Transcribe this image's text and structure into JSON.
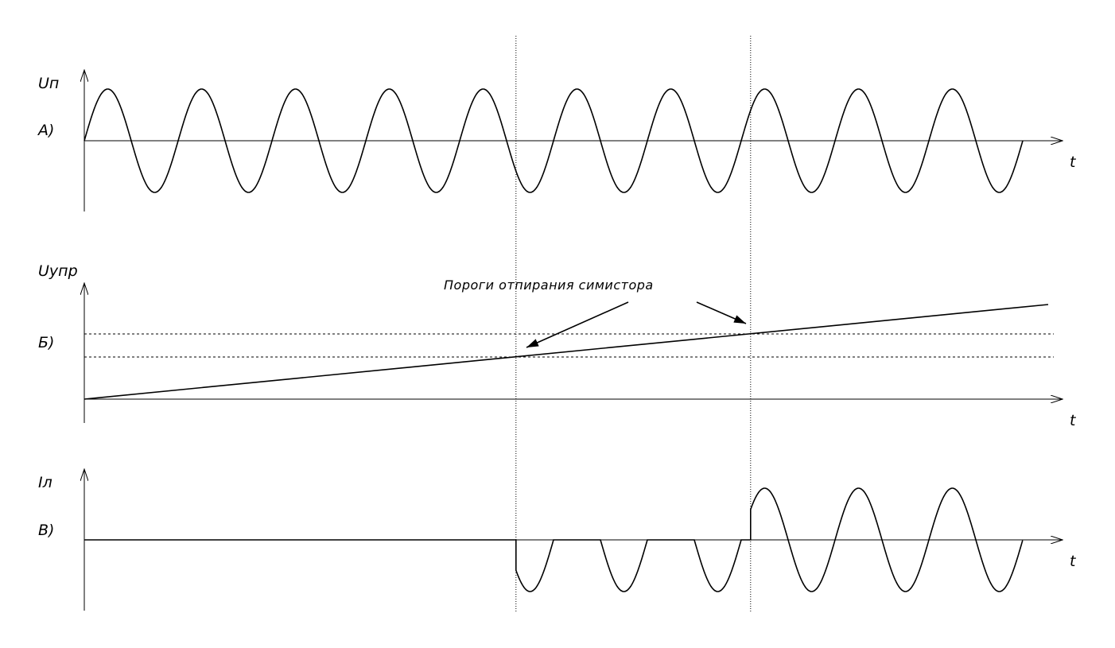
{
  "panels": {
    "a": {
      "marker": "А)",
      "y_label": "Uп",
      "x_label": "t"
    },
    "b": {
      "marker": "Б)",
      "y_label": "Uупр",
      "x_label": "t"
    },
    "c": {
      "marker": "В)",
      "y_label": "Iл",
      "x_label": "t"
    }
  },
  "annotation": {
    "text": "Пороги отпирания симистора"
  },
  "signal": {
    "cycles": 10,
    "thresholds": [
      {
        "label": "lower",
        "crossing_cycle": 4.6
      },
      {
        "label": "upper",
        "crossing_cycle": 7.1
      }
    ]
  },
  "colors": {
    "stroke": "#000000",
    "background": "#ffffff"
  }
}
